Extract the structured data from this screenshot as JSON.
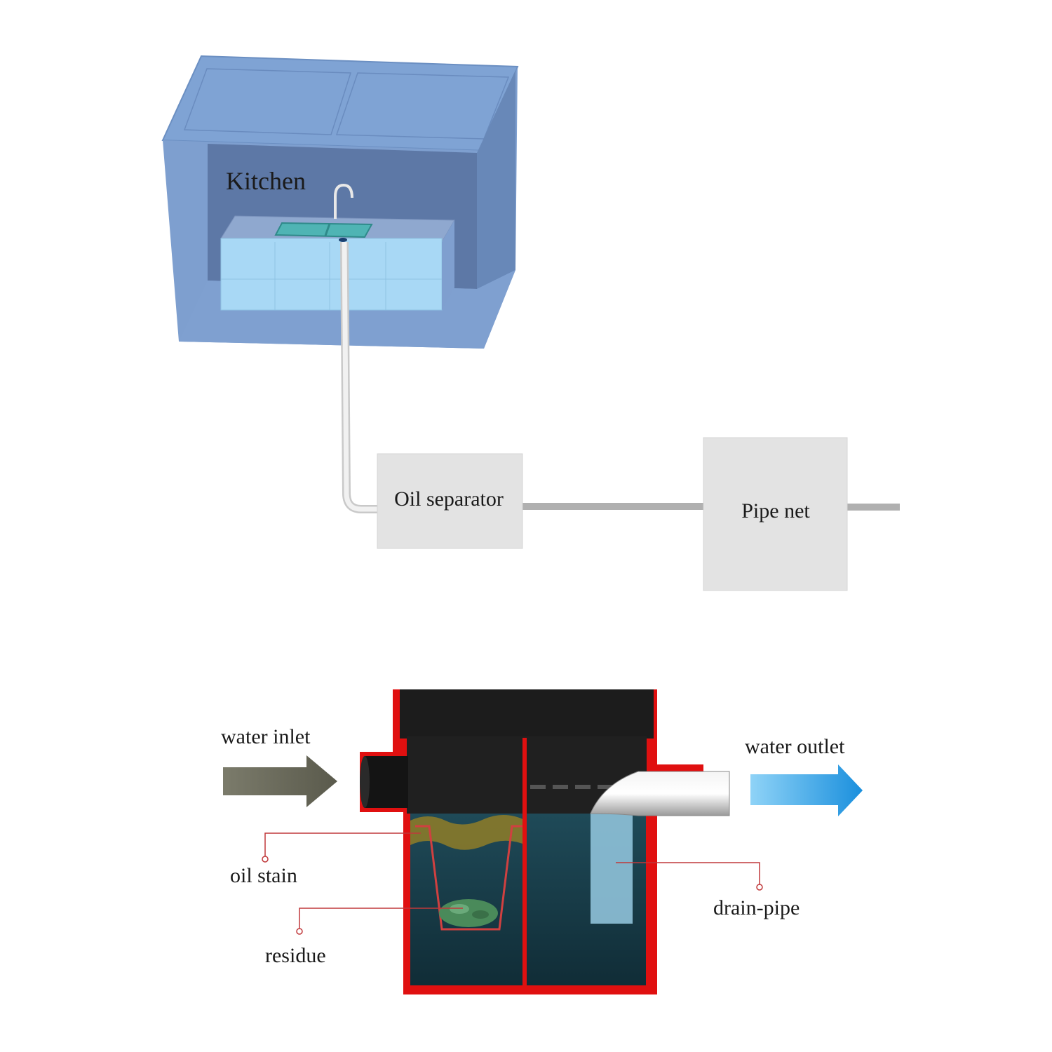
{
  "flow": {
    "kitchen_label": "Kitchen",
    "separator_label": "Oil separator",
    "pipe_net_label": "Pipe net"
  },
  "separator_detail": {
    "inlet_label": "water inlet",
    "outlet_label": "water outlet",
    "oil_label": "oil stain",
    "residue_label": "residue",
    "drain_label": "drain-pipe"
  },
  "colors": {
    "room": "#7fa3d4",
    "cabinet": "#a8d8f5",
    "box": "#e3e3e3",
    "pipe": "#b0b0b0",
    "tank_outline": "#e01010",
    "tank_body": "#163c48",
    "oil_layer": "#8a7a2a",
    "inlet_arrow": "#6e6e60",
    "outlet_arrow": "#2aa0e6",
    "leader": "#c0393b"
  }
}
